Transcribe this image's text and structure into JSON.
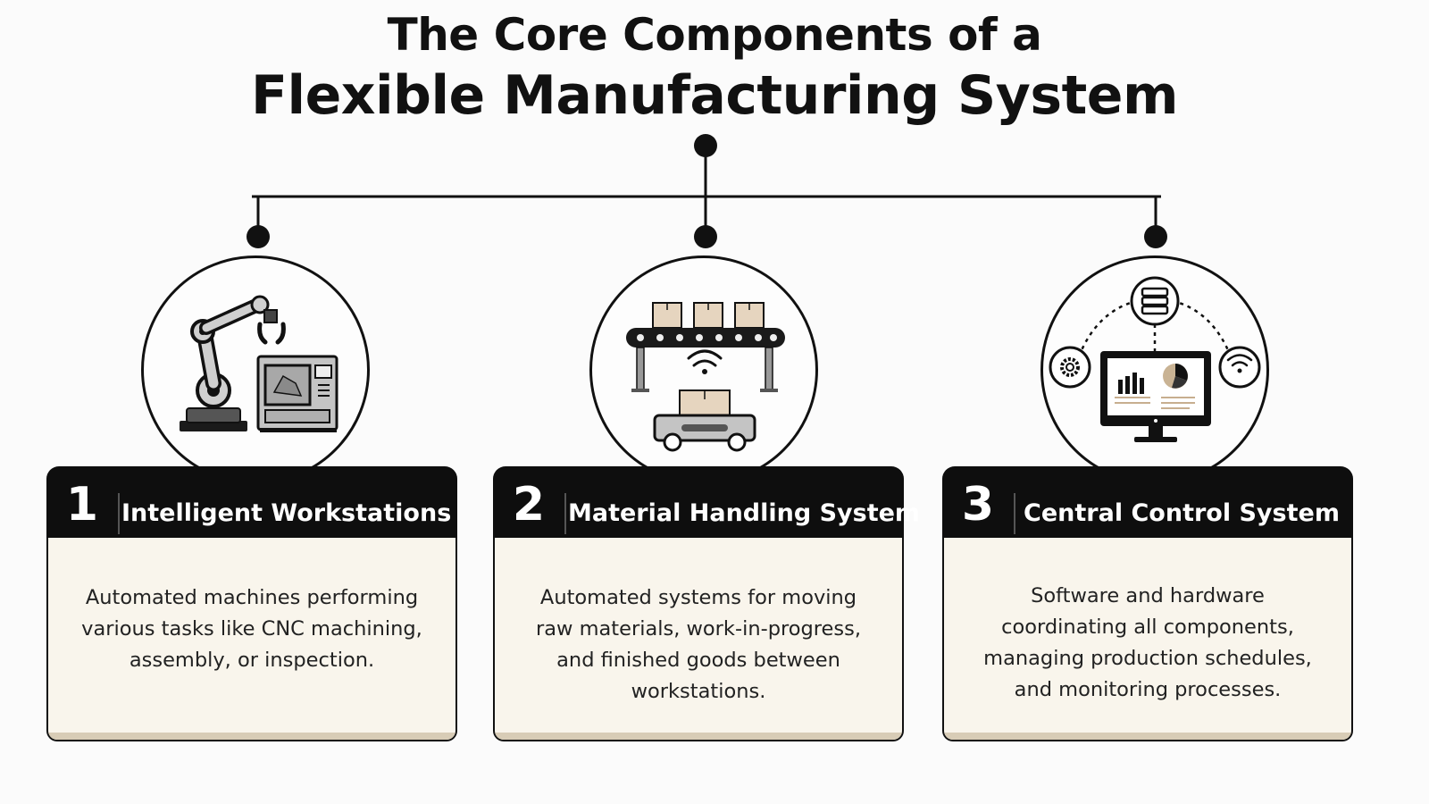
{
  "header": {
    "title_line1": "The Core Components of a",
    "title_line2": "Flexible Manufacturing System"
  },
  "components": [
    {
      "number": "1",
      "title": "Intelligent Workstations",
      "description": "Automated machines performing various tasks like CNC machining, assembly, or inspection.",
      "icon": "robot-arm-cnc-icon"
    },
    {
      "number": "2",
      "title": "Material Handling System",
      "description": "Automated systems for moving raw materials, work-in-progress, and finished goods between workstations.",
      "icon": "conveyor-agv-icon"
    },
    {
      "number": "3",
      "title": "Central Control System",
      "description": "Software and hardware coordinating all components, managing production schedules, and monitoring processes.",
      "icon": "control-monitor-network-icon"
    }
  ],
  "colors": {
    "header_bar": "#0e0e0e",
    "card_body": "#f9f5ec",
    "box_tan": "#e6d5bf",
    "machine_gray": "#b9b9b9"
  }
}
